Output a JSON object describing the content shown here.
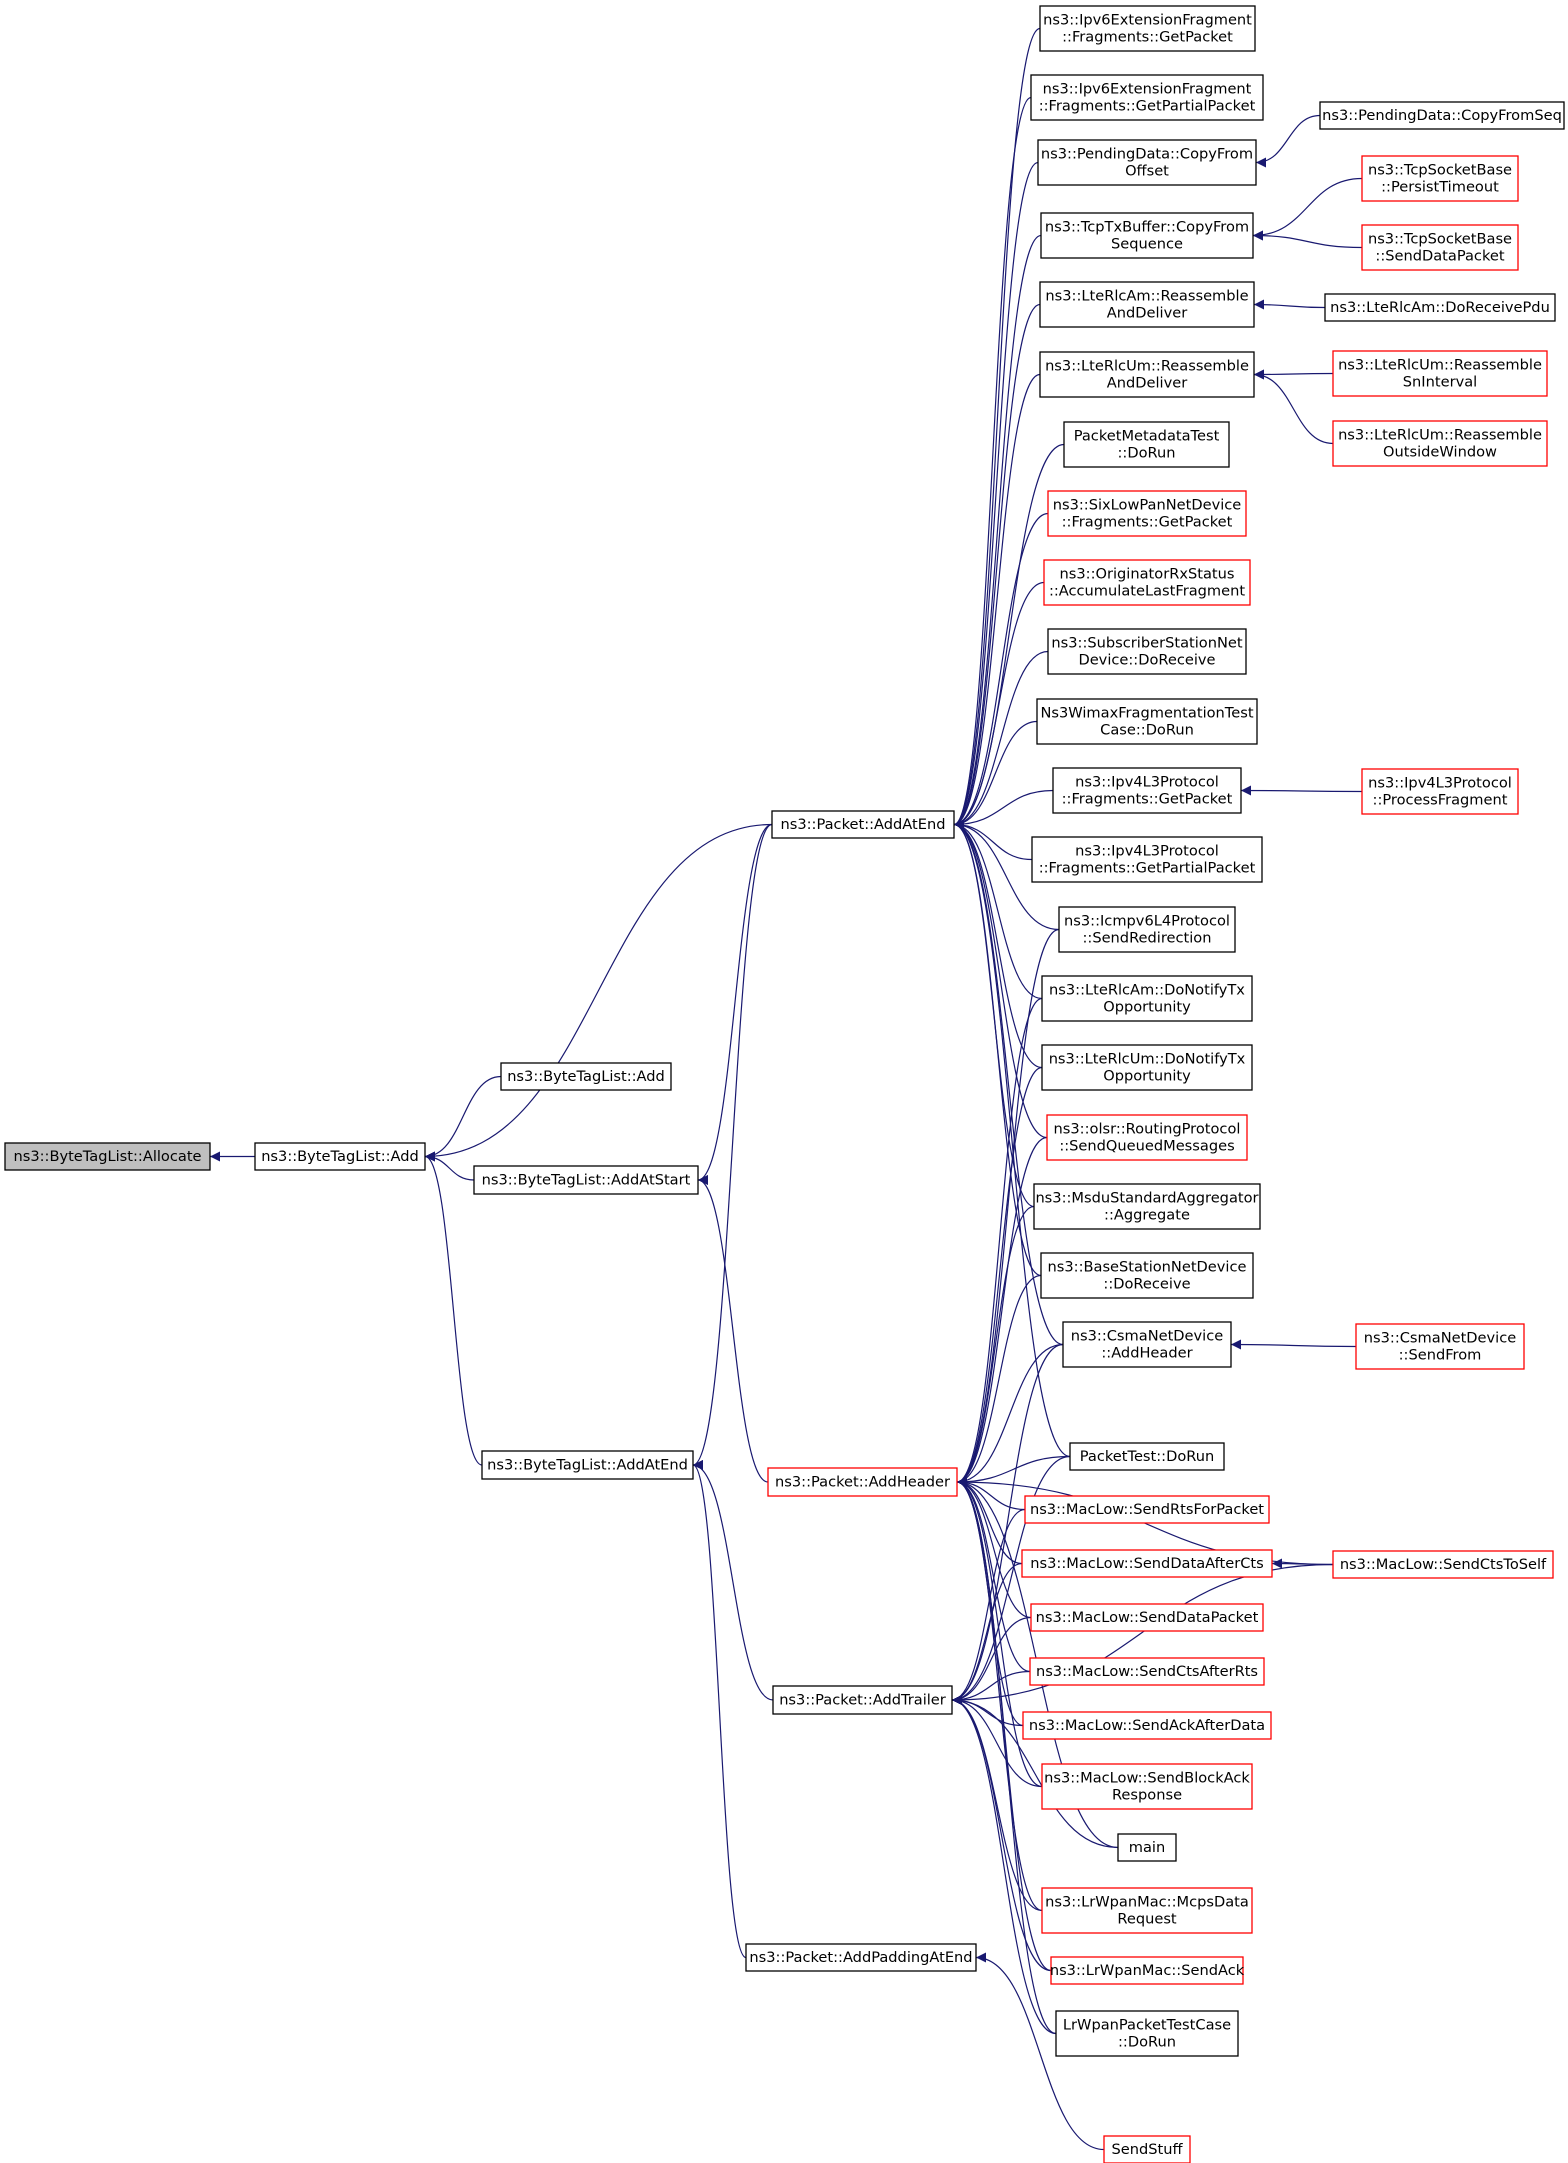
{
  "colors": {
    "edge": "#191970",
    "border_black": "#000000",
    "border_red": "#ff0000",
    "highlight_fill": "#bfbfbf",
    "fill": "#ffffff"
  },
  "nodes": [
    {
      "id": "n_allocate",
      "lines": [
        "ns3::ByteTagList::Allocate"
      ],
      "border": "black",
      "highlight": true
    },
    {
      "id": "n_add",
      "lines": [
        "ns3::ByteTagList::Add"
      ],
      "border": "black"
    },
    {
      "id": "n_add2",
      "lines": [
        "ns3::ByteTagList::Add"
      ],
      "border": "black"
    },
    {
      "id": "n_addatstart",
      "lines": [
        "ns3::ByteTagList::AddAtStart"
      ],
      "border": "black"
    },
    {
      "id": "n_addatend",
      "lines": [
        "ns3::ByteTagList::AddAtEnd"
      ],
      "border": "black"
    },
    {
      "id": "n_pkt_addatend",
      "lines": [
        "ns3::Packet::AddAtEnd"
      ],
      "border": "black"
    },
    {
      "id": "n_pkt_addheader",
      "lines": [
        "ns3::Packet::AddHeader"
      ],
      "border": "red"
    },
    {
      "id": "n_pkt_addtrailer",
      "lines": [
        "ns3::Packet::AddTrailer"
      ],
      "border": "black"
    },
    {
      "id": "n_pkt_addpadding",
      "lines": [
        "ns3::Packet::AddPaddingAtEnd"
      ],
      "border": "black"
    },
    {
      "id": "n_ipv6_getpacket",
      "lines": [
        "ns3::Ipv6ExtensionFragment",
        "::Fragments::GetPacket"
      ],
      "border": "black"
    },
    {
      "id": "n_ipv6_getpartial",
      "lines": [
        "ns3::Ipv6ExtensionFragment",
        "::Fragments::GetPartialPacket"
      ],
      "border": "black"
    },
    {
      "id": "n_pending_copyfromoffset",
      "lines": [
        "ns3::PendingData::CopyFrom",
        "Offset"
      ],
      "border": "black"
    },
    {
      "id": "n_tcptx_copyfromseq",
      "lines": [
        "ns3::TcpTxBuffer::CopyFrom",
        "Sequence"
      ],
      "border": "black"
    },
    {
      "id": "n_lterlcam_reassemble",
      "lines": [
        "ns3::LteRlcAm::Reassemble",
        "AndDeliver"
      ],
      "border": "black"
    },
    {
      "id": "n_lterlcum_reassemble",
      "lines": [
        "ns3::LteRlcUm::Reassemble",
        "AndDeliver"
      ],
      "border": "black"
    },
    {
      "id": "n_pmt_dorun",
      "lines": [
        "PacketMetadataTest",
        "::DoRun"
      ],
      "border": "black"
    },
    {
      "id": "n_sixlowpan",
      "lines": [
        "ns3::SixLowPanNetDevice",
        "::Fragments::GetPacket"
      ],
      "border": "red"
    },
    {
      "id": "n_originator",
      "lines": [
        "ns3::OriginatorRxStatus",
        "::AccumulateLastFragment"
      ],
      "border": "red"
    },
    {
      "id": "n_subscriber",
      "lines": [
        "ns3::SubscriberStationNet",
        "Device::DoReceive"
      ],
      "border": "black"
    },
    {
      "id": "n_wimaxfrag",
      "lines": [
        "Ns3WimaxFragmentationTest",
        "Case::DoRun"
      ],
      "border": "black"
    },
    {
      "id": "n_ipv4_getpacket",
      "lines": [
        "ns3::Ipv4L3Protocol",
        "::Fragments::GetPacket"
      ],
      "border": "black"
    },
    {
      "id": "n_ipv4_getpartial",
      "lines": [
        "ns3::Ipv4L3Protocol",
        "::Fragments::GetPartialPacket"
      ],
      "border": "black"
    },
    {
      "id": "n_icmpv6",
      "lines": [
        "ns3::Icmpv6L4Protocol",
        "::SendRedirection"
      ],
      "border": "black"
    },
    {
      "id": "n_lterlcam_notify",
      "lines": [
        "ns3::LteRlcAm::DoNotifyTx",
        "Opportunity"
      ],
      "border": "black"
    },
    {
      "id": "n_lterlcum_notify",
      "lines": [
        "ns3::LteRlcUm::DoNotifyTx",
        "Opportunity"
      ],
      "border": "black"
    },
    {
      "id": "n_olsr",
      "lines": [
        "ns3::olsr::RoutingProtocol",
        "::SendQueuedMessages"
      ],
      "border": "red"
    },
    {
      "id": "n_msdu",
      "lines": [
        "ns3::MsduStandardAggregator",
        "::Aggregate"
      ],
      "border": "black"
    },
    {
      "id": "n_basestation",
      "lines": [
        "ns3::BaseStationNetDevice",
        "::DoReceive"
      ],
      "border": "black"
    },
    {
      "id": "n_csma_addheader",
      "lines": [
        "ns3::CsmaNetDevice",
        "::AddHeader"
      ],
      "border": "black"
    },
    {
      "id": "n_packettest",
      "lines": [
        "PacketTest::DoRun"
      ],
      "border": "black"
    },
    {
      "id": "n_sendrts",
      "lines": [
        "ns3::MacLow::SendRtsForPacket"
      ],
      "border": "red"
    },
    {
      "id": "n_senddataaftercts",
      "lines": [
        "ns3::MacLow::SendDataAfterCts"
      ],
      "border": "red"
    },
    {
      "id": "n_senddatapacket",
      "lines": [
        "ns3::MacLow::SendDataPacket"
      ],
      "border": "red"
    },
    {
      "id": "n_sendctsafterrts",
      "lines": [
        "ns3::MacLow::SendCtsAfterRts"
      ],
      "border": "red"
    },
    {
      "id": "n_sendackafterdata",
      "lines": [
        "ns3::MacLow::SendAckAfterData"
      ],
      "border": "red"
    },
    {
      "id": "n_sendblockack",
      "lines": [
        "ns3::MacLow::SendBlockAck",
        "Response"
      ],
      "border": "red"
    },
    {
      "id": "n_main",
      "lines": [
        "main"
      ],
      "border": "black"
    },
    {
      "id": "n_lrwpan_mcps",
      "lines": [
        "ns3::LrWpanMac::McpsData",
        "Request"
      ],
      "border": "red"
    },
    {
      "id": "n_lrwpan_sendack",
      "lines": [
        "ns3::LrWpanMac::SendAck"
      ],
      "border": "red"
    },
    {
      "id": "n_lrwpan_test",
      "lines": [
        "LrWpanPacketTestCase",
        "::DoRun"
      ],
      "border": "black"
    },
    {
      "id": "n_sendstuff",
      "lines": [
        "SendStuff"
      ],
      "border": "red"
    },
    {
      "id": "n_pending_copyfromseq",
      "lines": [
        "ns3::PendingData::CopyFromSeq"
      ],
      "border": "black"
    },
    {
      "id": "n_tcp_persist",
      "lines": [
        "ns3::TcpSocketBase",
        "::PersistTimeout"
      ],
      "border": "red"
    },
    {
      "id": "n_tcp_senddata",
      "lines": [
        "ns3::TcpSocketBase",
        "::SendDataPacket"
      ],
      "border": "red"
    },
    {
      "id": "n_lterlcam_doreceive",
      "lines": [
        "ns3::LteRlcAm::DoReceivePdu"
      ],
      "border": "black"
    },
    {
      "id": "n_lterlcum_sninterval",
      "lines": [
        "ns3::LteRlcUm::Reassemble",
        "SnInterval"
      ],
      "border": "red"
    },
    {
      "id": "n_lterlcum_outside",
      "lines": [
        "ns3::LteRlcUm::Reassemble",
        "OutsideWindow"
      ],
      "border": "red"
    },
    {
      "id": "n_ipv4_processfrag",
      "lines": [
        "ns3::Ipv4L3Protocol",
        "::ProcessFragment"
      ],
      "border": "red"
    },
    {
      "id": "n_csma_sendfrom",
      "lines": [
        "ns3::CsmaNetDevice",
        "::SendFrom"
      ],
      "border": "red"
    },
    {
      "id": "n_sendctstoself",
      "lines": [
        "ns3::MacLow::SendCtsToSelf"
      ],
      "border": "red"
    }
  ],
  "edges": [
    [
      "n_add",
      "n_allocate"
    ],
    [
      "n_add2",
      "n_add"
    ],
    [
      "n_addatstart",
      "n_add"
    ],
    [
      "n_addatend",
      "n_add"
    ],
    [
      "n_pkt_addatend",
      "n_add"
    ],
    [
      "n_pkt_addatend",
      "n_addatstart"
    ],
    [
      "n_pkt_addheader",
      "n_addatstart"
    ],
    [
      "n_pkt_addatend",
      "n_addatend"
    ],
    [
      "n_pkt_addtrailer",
      "n_addatend"
    ],
    [
      "n_pkt_addpadding",
      "n_addatend"
    ],
    [
      "n_ipv6_getpacket",
      "n_pkt_addatend"
    ],
    [
      "n_ipv6_getpartial",
      "n_pkt_addatend"
    ],
    [
      "n_pending_copyfromoffset",
      "n_pkt_addatend"
    ],
    [
      "n_tcptx_copyfromseq",
      "n_pkt_addatend"
    ],
    [
      "n_lterlcam_reassemble",
      "n_pkt_addatend"
    ],
    [
      "n_lterlcum_reassemble",
      "n_pkt_addatend"
    ],
    [
      "n_pmt_dorun",
      "n_pkt_addatend"
    ],
    [
      "n_sixlowpan",
      "n_pkt_addatend"
    ],
    [
      "n_originator",
      "n_pkt_addatend"
    ],
    [
      "n_subscriber",
      "n_pkt_addatend"
    ],
    [
      "n_wimaxfrag",
      "n_pkt_addatend"
    ],
    [
      "n_ipv4_getpacket",
      "n_pkt_addatend"
    ],
    [
      "n_ipv4_getpartial",
      "n_pkt_addatend"
    ],
    [
      "n_icmpv6",
      "n_pkt_addatend"
    ],
    [
      "n_lterlcam_notify",
      "n_pkt_addatend"
    ],
    [
      "n_lterlcum_notify",
      "n_pkt_addatend"
    ],
    [
      "n_olsr",
      "n_pkt_addatend"
    ],
    [
      "n_msdu",
      "n_pkt_addatend"
    ],
    [
      "n_basestation",
      "n_pkt_addatend"
    ],
    [
      "n_csma_addheader",
      "n_pkt_addatend"
    ],
    [
      "n_packettest",
      "n_pkt_addatend"
    ],
    [
      "n_icmpv6",
      "n_pkt_addheader"
    ],
    [
      "n_lterlcam_notify",
      "n_pkt_addheader"
    ],
    [
      "n_lterlcum_notify",
      "n_pkt_addheader"
    ],
    [
      "n_olsr",
      "n_pkt_addheader"
    ],
    [
      "n_msdu",
      "n_pkt_addheader"
    ],
    [
      "n_basestation",
      "n_pkt_addheader"
    ],
    [
      "n_csma_addheader",
      "n_pkt_addheader"
    ],
    [
      "n_packettest",
      "n_pkt_addheader"
    ],
    [
      "n_sendrts",
      "n_pkt_addheader"
    ],
    [
      "n_senddataaftercts",
      "n_pkt_addheader"
    ],
    [
      "n_senddatapacket",
      "n_pkt_addheader"
    ],
    [
      "n_sendctsafterrts",
      "n_pkt_addheader"
    ],
    [
      "n_sendackafterdata",
      "n_pkt_addheader"
    ],
    [
      "n_sendblockack",
      "n_pkt_addheader"
    ],
    [
      "n_main",
      "n_pkt_addheader"
    ],
    [
      "n_lrwpan_mcps",
      "n_pkt_addheader"
    ],
    [
      "n_lrwpan_sendack",
      "n_pkt_addheader"
    ],
    [
      "n_lrwpan_test",
      "n_pkt_addheader"
    ],
    [
      "n_sendctstoself",
      "n_pkt_addheader"
    ],
    [
      "n_csma_addheader",
      "n_pkt_addtrailer"
    ],
    [
      "n_packettest",
      "n_pkt_addtrailer"
    ],
    [
      "n_sendrts",
      "n_pkt_addtrailer"
    ],
    [
      "n_senddataaftercts",
      "n_pkt_addtrailer"
    ],
    [
      "n_senddatapacket",
      "n_pkt_addtrailer"
    ],
    [
      "n_sendctsafterrts",
      "n_pkt_addtrailer"
    ],
    [
      "n_sendackafterdata",
      "n_pkt_addtrailer"
    ],
    [
      "n_sendblockack",
      "n_pkt_addtrailer"
    ],
    [
      "n_main",
      "n_pkt_addtrailer"
    ],
    [
      "n_lrwpan_mcps",
      "n_pkt_addtrailer"
    ],
    [
      "n_lrwpan_sendack",
      "n_pkt_addtrailer"
    ],
    [
      "n_lrwpan_test",
      "n_pkt_addtrailer"
    ],
    [
      "n_sendctstoself",
      "n_pkt_addtrailer"
    ],
    [
      "n_sendstuff",
      "n_pkt_addpadding"
    ],
    [
      "n_pending_copyfromseq",
      "n_pending_copyfromoffset"
    ],
    [
      "n_tcp_persist",
      "n_tcptx_copyfromseq"
    ],
    [
      "n_tcp_senddata",
      "n_tcptx_copyfromseq"
    ],
    [
      "n_lterlcam_doreceive",
      "n_lterlcam_reassemble"
    ],
    [
      "n_lterlcum_sninterval",
      "n_lterlcum_reassemble"
    ],
    [
      "n_lterlcum_outside",
      "n_lterlcum_reassemble"
    ],
    [
      "n_ipv4_processfrag",
      "n_ipv4_getpacket"
    ],
    [
      "n_csma_sendfrom",
      "n_csma_addheader"
    ],
    [
      "n_sendctstoself",
      "n_senddataaftercts"
    ]
  ]
}
